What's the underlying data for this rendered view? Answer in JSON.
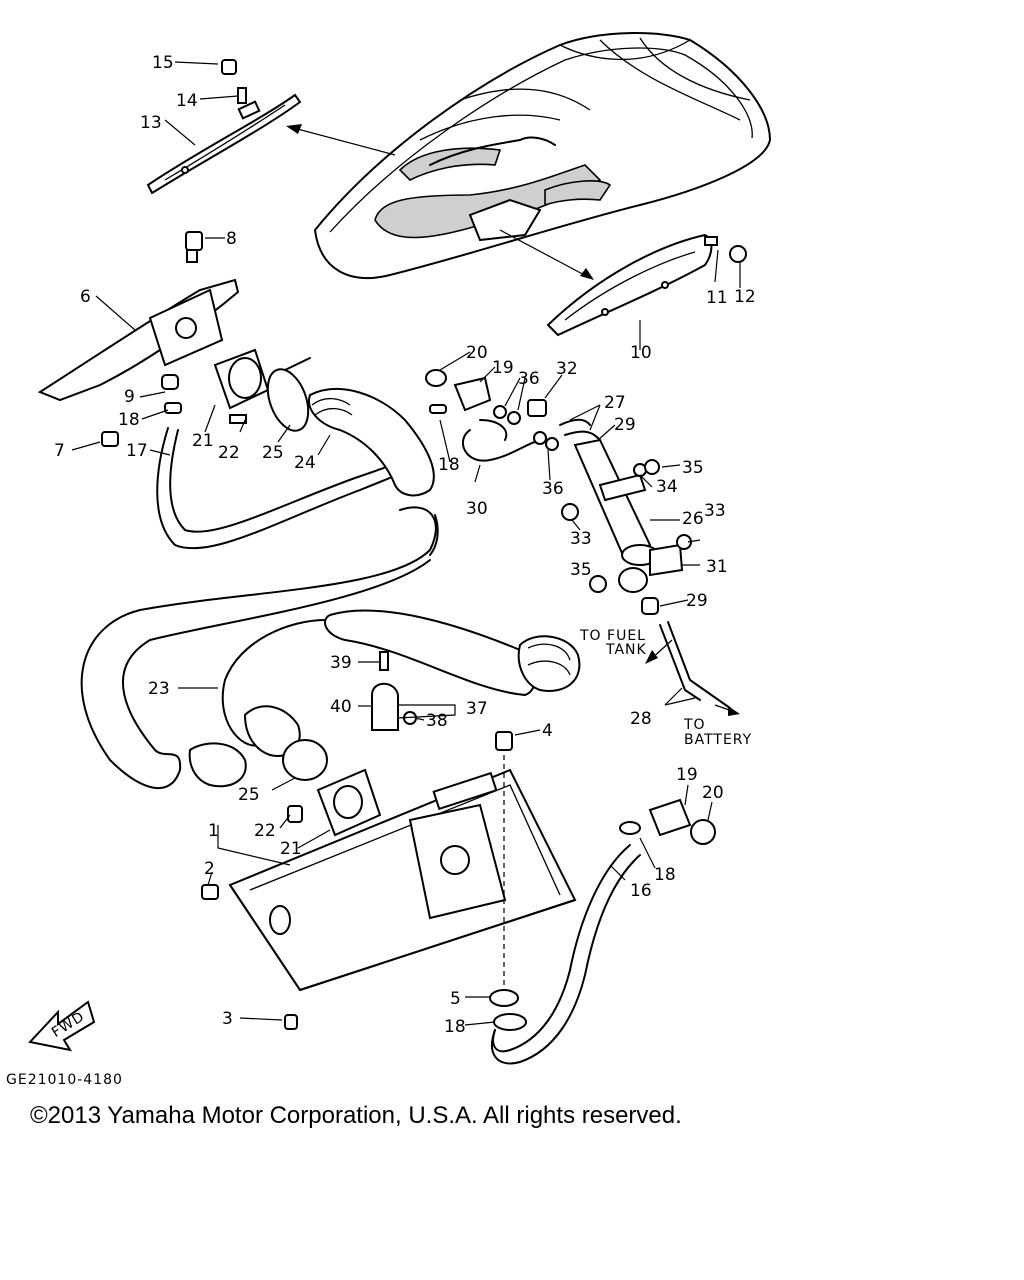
{
  "drawing_code": "GE21010-4180",
  "fwd_label": "FWD",
  "annotations": {
    "to_fuel_tank_line1": "TO FUEL",
    "to_fuel_tank_line2": "TANK",
    "to_battery_line1": "TO",
    "to_battery_line2": "BATTERY"
  },
  "copyright": "©2013 Yamaha Motor Corporation, U.S.A. All rights reserved.",
  "callouts": {
    "c1": "1",
    "c2": "2",
    "c3": "3",
    "c4": "4",
    "c5": "5",
    "c6": "6",
    "c7": "7",
    "c8": "8",
    "c9": "9",
    "c10": "10",
    "c11": "11",
    "c12": "12",
    "c13": "13",
    "c14": "14",
    "c15": "15",
    "c16": "16",
    "c17": "17",
    "c18a": "18",
    "c18b": "18",
    "c18c": "18",
    "c18d": "18",
    "c19a": "19",
    "c19b": "19",
    "c20a": "20",
    "c20b": "20",
    "c21a": "21",
    "c21b": "21",
    "c22a": "22",
    "c22b": "22",
    "c23": "23",
    "c24": "24",
    "c25a": "25",
    "c25b": "25",
    "c26": "26",
    "c27": "27",
    "c28": "28",
    "c29a": "29",
    "c29b": "29",
    "c30": "30",
    "c31": "31",
    "c32": "32",
    "c33a": "33",
    "c33b": "33",
    "c34": "34",
    "c35a": "35",
    "c35b": "35",
    "c36a": "36",
    "c36b": "36",
    "c37": "37",
    "c38": "38",
    "c39": "39",
    "c40": "40"
  }
}
